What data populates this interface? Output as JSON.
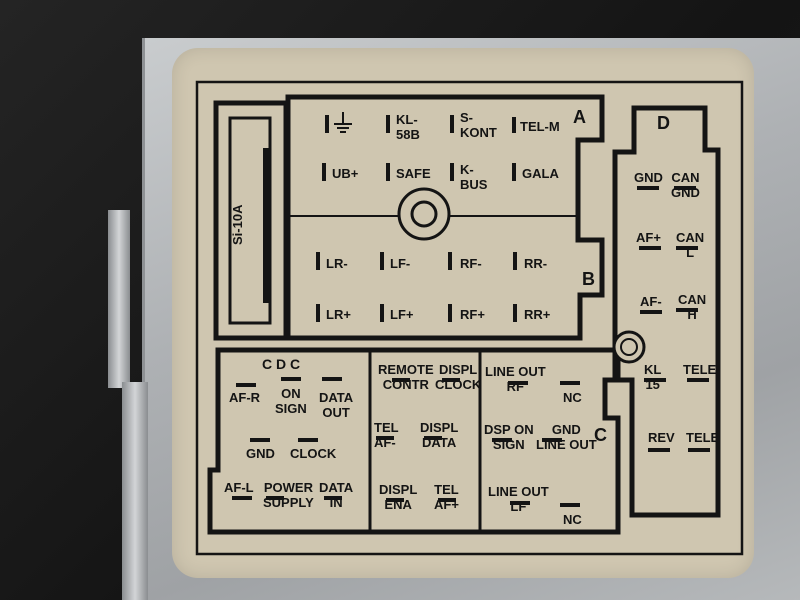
{
  "fuse": {
    "label": "Si-10A"
  },
  "connector_a": {
    "letter": "A",
    "pins": [
      "KL-\n58B",
      "S-\nKONT",
      "TEL-M",
      "UB+",
      "SAFE",
      "K-\nBUS",
      "GALA"
    ]
  },
  "connector_b": {
    "letter": "B",
    "pins": [
      "LR-",
      "LF-",
      "RF-",
      "RR-",
      "LR+",
      "LF+",
      "RF+",
      "RR+"
    ]
  },
  "cdc": {
    "title": "C D C",
    "pins": [
      "AF-R",
      "ON\nSIGN",
      "DATA\nOUT",
      "GND",
      "CLOCK",
      "AF-L",
      "POWER\nSUPPLY",
      "DATA\nIN"
    ]
  },
  "middle_block": {
    "pins": [
      "REMOTE\nCONTR",
      "DISPL\nCLOCK",
      "TEL\nAF-",
      "DISPL\nDATA",
      "DISPL\nENA",
      "TEL\nAF+"
    ]
  },
  "connector_c": {
    "letter": "C",
    "pins": [
      "LINE OUT\nRF",
      "NC",
      "DSP ON\nSIGN",
      "GND\nLINE OUT",
      "LINE OUT\nLF",
      "NC"
    ]
  },
  "connector_d": {
    "letter": "D",
    "pins": [
      "GND",
      "CAN\nGND",
      "AF+",
      "CAN\nL",
      "AF-",
      "CAN\nH",
      "KL\n15",
      "TELE",
      "REV",
      "TELE"
    ]
  }
}
